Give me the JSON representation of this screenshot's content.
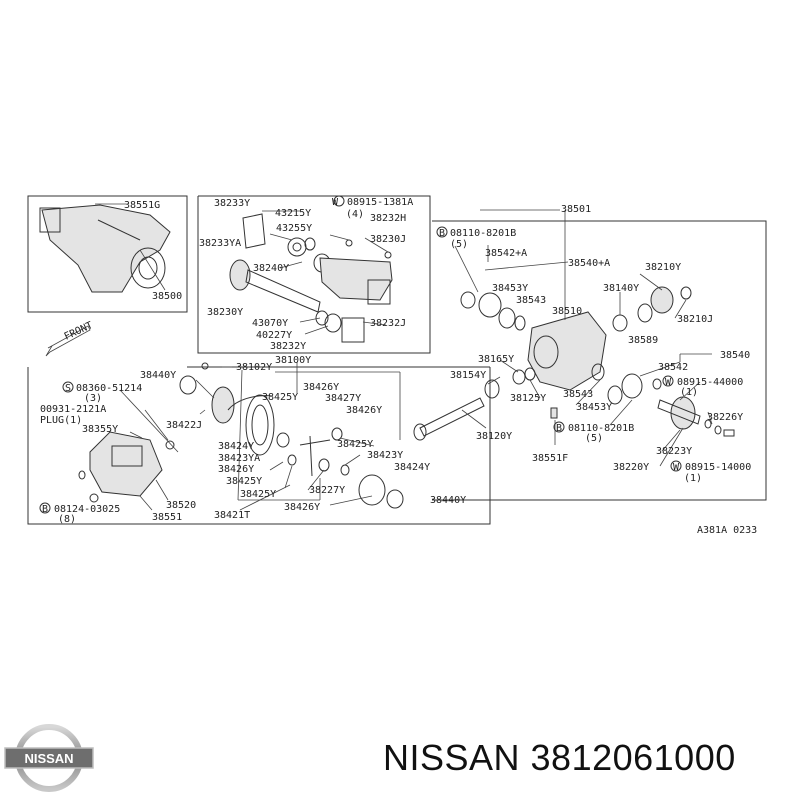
{
  "diagram": {
    "front_label": "FRONT",
    "drawing_code": "A381A 0233",
    "labels": {
      "p38551G": "38551G",
      "p38500": "38500",
      "p38233Y": "38233Y",
      "p43215Y": "43215Y",
      "p43255Y": "43255Y",
      "p38233YA": "38233YA",
      "p38240Y": "38240Y",
      "p38230Y": "38230Y",
      "p43070Y": "43070Y",
      "p40227Y": "40227Y",
      "p38232Y": "38232Y",
      "w1_code": "08915-1381A",
      "w1_qty": "(4)",
      "p38232H": "38232H",
      "p38230J": "38230J",
      "p38232J": "38232J",
      "p38501": "38501",
      "b1_code": "08110-8201B",
      "b1_qty": "(5)",
      "p38542A": "38542+A",
      "p38540A": "38540+A",
      "p38453Y_top": "38453Y",
      "p38543_top": "38543",
      "p38510": "38510",
      "p38210Y": "38210Y",
      "p38140Y": "38140Y",
      "p38210J": "38210J",
      "p38589": "38589",
      "p38542": "38542",
      "p38540": "38540",
      "p38165Y": "38165Y",
      "p38154Y": "38154Y",
      "p38125Y": "38125Y",
      "p38543_bot": "38543",
      "p38453Y_bot": "38453Y",
      "w2_code": "08915-44000",
      "w2_qty": "(1)",
      "p38226Y": "38226Y",
      "p38120Y": "38120Y",
      "b2_code": "08110-8201B",
      "b2_qty": "(5)",
      "p38223Y": "38223Y",
      "p38551F": "38551F",
      "p38220Y": "38220Y",
      "w3_code": "08915-14000",
      "w3_qty": "(1)",
      "p38440Y_top": "38440Y",
      "p38102Y": "38102Y",
      "p38100Y": "38100Y",
      "s1_code": "08360-51214",
      "s1_qty": "(3)",
      "plug_code": "00931-2121A",
      "plug_label": "PLUG(1)",
      "p38355Y": "38355Y",
      "p38422J": "38422J",
      "p38426Y_1": "38426Y",
      "p38425Y_1": "38425Y",
      "p38427Y": "38427Y",
      "p38426Y_2": "38426Y",
      "p38424Y_1": "38424Y",
      "p38425Y_2": "38425Y",
      "p38423YA": "38423YA",
      "p38423Y": "38423Y",
      "p38426Y_3": "38426Y",
      "p38424Y_2": "38424Y",
      "p38425Y_3": "38425Y",
      "p38425Y_4": "38425Y",
      "p38227Y": "38227Y",
      "p38426Y_4": "38426Y",
      "p38440Y_bot": "38440Y",
      "p38520": "38520",
      "b3_code": "08124-03025",
      "b3_qty": "(8)",
      "p38551": "38551",
      "p38421T": "38421T",
      "w_mark": "W",
      "b_mark": "B",
      "s_mark": "S"
    }
  },
  "brand": {
    "logo_text": "NISSAN",
    "caption": "NISSAN 3812061000"
  }
}
